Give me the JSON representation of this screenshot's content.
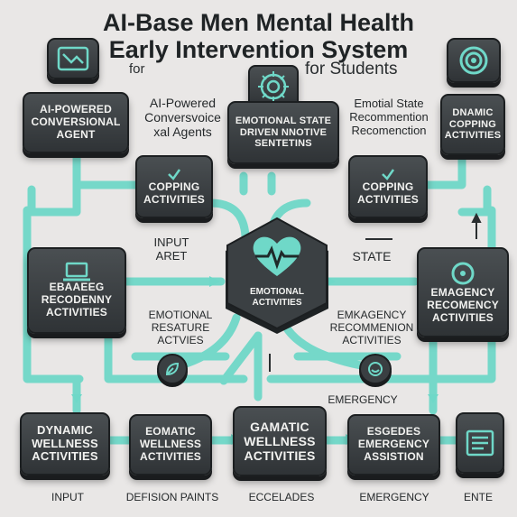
{
  "title": {
    "line1": "AI-Base Men Mental Health",
    "line2": "Early Intervention System",
    "left_sub": "for",
    "right_sub": "for Students"
  },
  "colors": {
    "accent": "#6fd8c8",
    "box": "#3a3f42",
    "background": "#e9e7e6"
  },
  "boxes": {
    "ai_agent": "AI-Powered\nConversional\nAgent",
    "emotional_state": "Emotional State\nDriven Nnotive\nSentetins",
    "dynamic_coping": "Dnamic\nCopping\nActivities",
    "coping_left": "Copping\nActivities",
    "coping_right": "Copping\nActivities",
    "center": "Emotional\nActivities",
    "recodenny": "Ebaaeeg\nRecodenny\nActivities",
    "emagency": "Emagency\nRecomency\nActivities",
    "dynamic_wellness": "Dynamic\nWellness\nActivities",
    "eomatic": "Eomatic\nWellness\nActivities",
    "gamatic": "Gamatic\nWellness\nActivities",
    "esgedes": "Esgedes\nEmergency\nAssistion",
    "icons": {
      "top_left": "route-icon",
      "top_center": "circuit-icon",
      "top_right": "target-icon",
      "coping_left": "clipboard-icon",
      "coping_right": "clipboard-icon",
      "center": "heart-pulse-icon",
      "recodenny": "laptop-icon",
      "emagency": "compass-icon",
      "entry": "list-icon"
    }
  },
  "labels": {
    "ai_voice": "AI-Powered\nConversvoice\nxal Agents",
    "emotial": "Emotial State\nRecommention\nRecomenction",
    "input_mid": "Input\nAret",
    "state_mid": "State",
    "emotional_mid": "Emotional\nResature\nActvies",
    "emagency_mid": "Emkagency\nRecommenion\nActivities",
    "emergency_mid": "Emergency",
    "bottom": [
      "Input",
      "Defision Paints",
      "Eccelades",
      "Emergency",
      "Ente"
    ]
  }
}
